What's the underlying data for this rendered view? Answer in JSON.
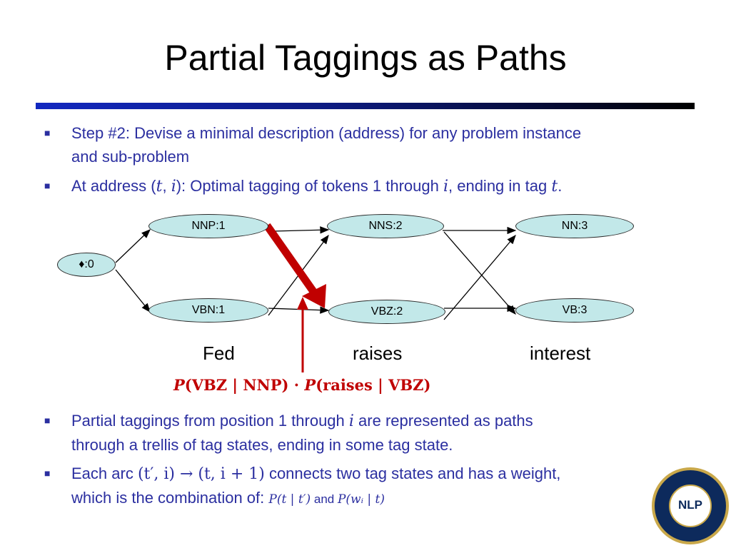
{
  "title": "Partial Taggings as Paths",
  "bullets_top": [
    {
      "line1": "Step #2: Devise a minimal description (address) for any problem instance",
      "line2": "and sub-problem"
    },
    {
      "pre": "At address (",
      "m1": "t",
      "sep": ", ",
      "m2": "i",
      "mid": "): Optimal tagging of tokens 1 through ",
      "m3": "i",
      "post": ", ending in tag ",
      "m4": "t",
      "end": "."
    }
  ],
  "nodes": {
    "start": "♦:0",
    "nnp1": "NNP:1",
    "vbn1": "VBN:1",
    "nns2": "NNS:2",
    "vbz2": "VBZ:2",
    "nn3": "NN:3",
    "vb3": "VB:3"
  },
  "words": [
    "Fed",
    "raises",
    "interest"
  ],
  "formula": {
    "p1": "P",
    "a1": "(VBZ | NNP) · ",
    "p2": "P",
    "a2": "(raises | VBZ)"
  },
  "bullets_bottom": [
    {
      "line1_pre": "Partial taggings from position 1 through ",
      "line1_m": "i",
      "line1_post": " are represented as paths",
      "line2": "through a trellis of tag states, ending in some tag state."
    },
    {
      "pre": "Each arc ",
      "arc": "(t′, i) → (t, i + 1)",
      "post": " connects two tag states and has a weight,",
      "line2": "which is the combination of: ",
      "w1": "P(t | t′)",
      "and": " and ",
      "w2": "P(wᵢ | t)"
    }
  ],
  "colors": {
    "bullet_text": "#2b2fa0",
    "node_fill": "#c2e8e9",
    "highlight": "#c00000"
  }
}
